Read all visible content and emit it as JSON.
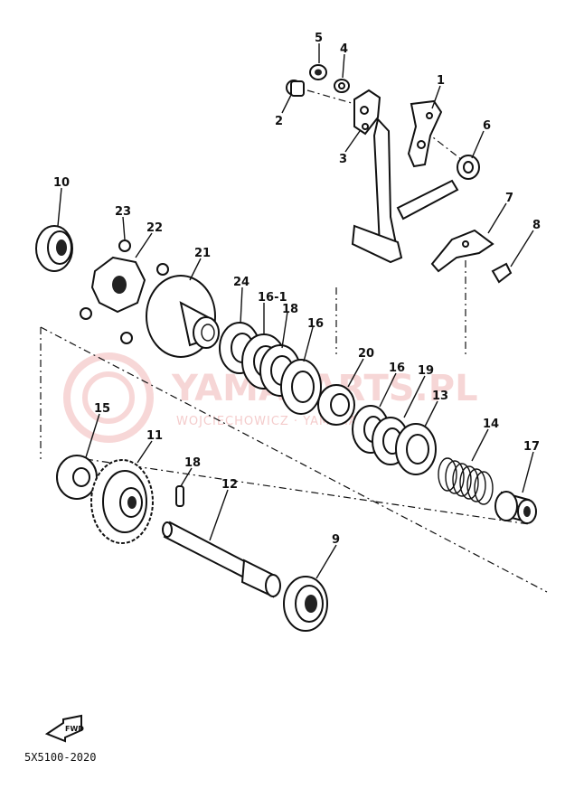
{
  "diagram": {
    "code": "5X5100-2020",
    "forward_label": "FWD",
    "watermark": {
      "main": "YAMAPARTS.PL",
      "sub": "WOJCIECHOWICZ · YAMAHA"
    },
    "callouts": [
      "1",
      "2",
      "3",
      "4",
      "5",
      "6",
      "7",
      "8",
      "9",
      "10",
      "11",
      "12",
      "13",
      "14",
      "15",
      "16",
      "16-1",
      "18",
      "16",
      "18",
      "17",
      "19",
      "20",
      "21",
      "22",
      "23",
      "24"
    ]
  }
}
